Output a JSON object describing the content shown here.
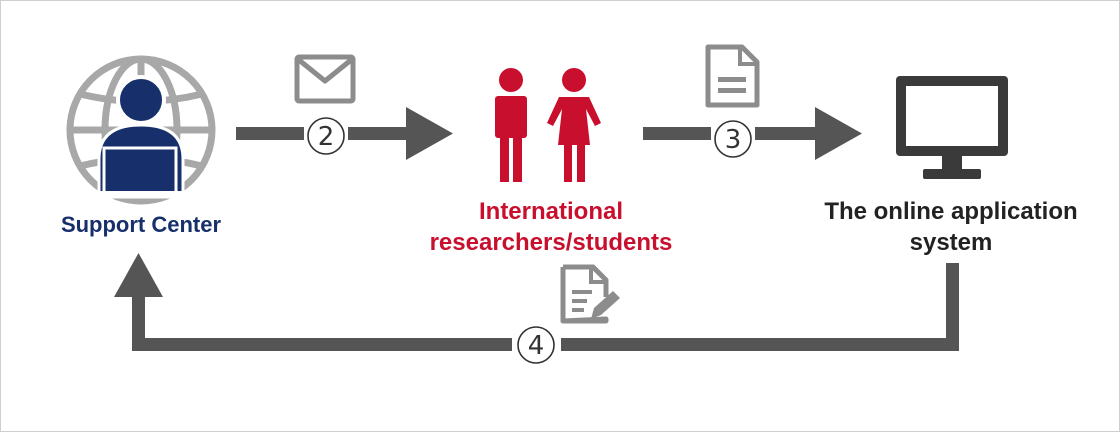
{
  "nodes": {
    "support_center": {
      "label": "Support Center",
      "color": "#17306b"
    },
    "international": {
      "line1": "International",
      "line2": "researchers/students",
      "color": "#c8102e"
    },
    "online_system": {
      "line1": "The online application",
      "line2": "system",
      "color": "#222222"
    }
  },
  "steps": [
    {
      "number": "2",
      "icon": "envelope-icon"
    },
    {
      "number": "3",
      "icon": "document-icon"
    },
    {
      "number": "4",
      "icon": "edit-document-icon"
    }
  ],
  "colors": {
    "arrow": "#555555",
    "icon_gray": "#8c8c8c",
    "globe": "#a8a8a8",
    "person": "#17306b",
    "red": "#c8102e",
    "monitor": "#3a3a3a"
  }
}
